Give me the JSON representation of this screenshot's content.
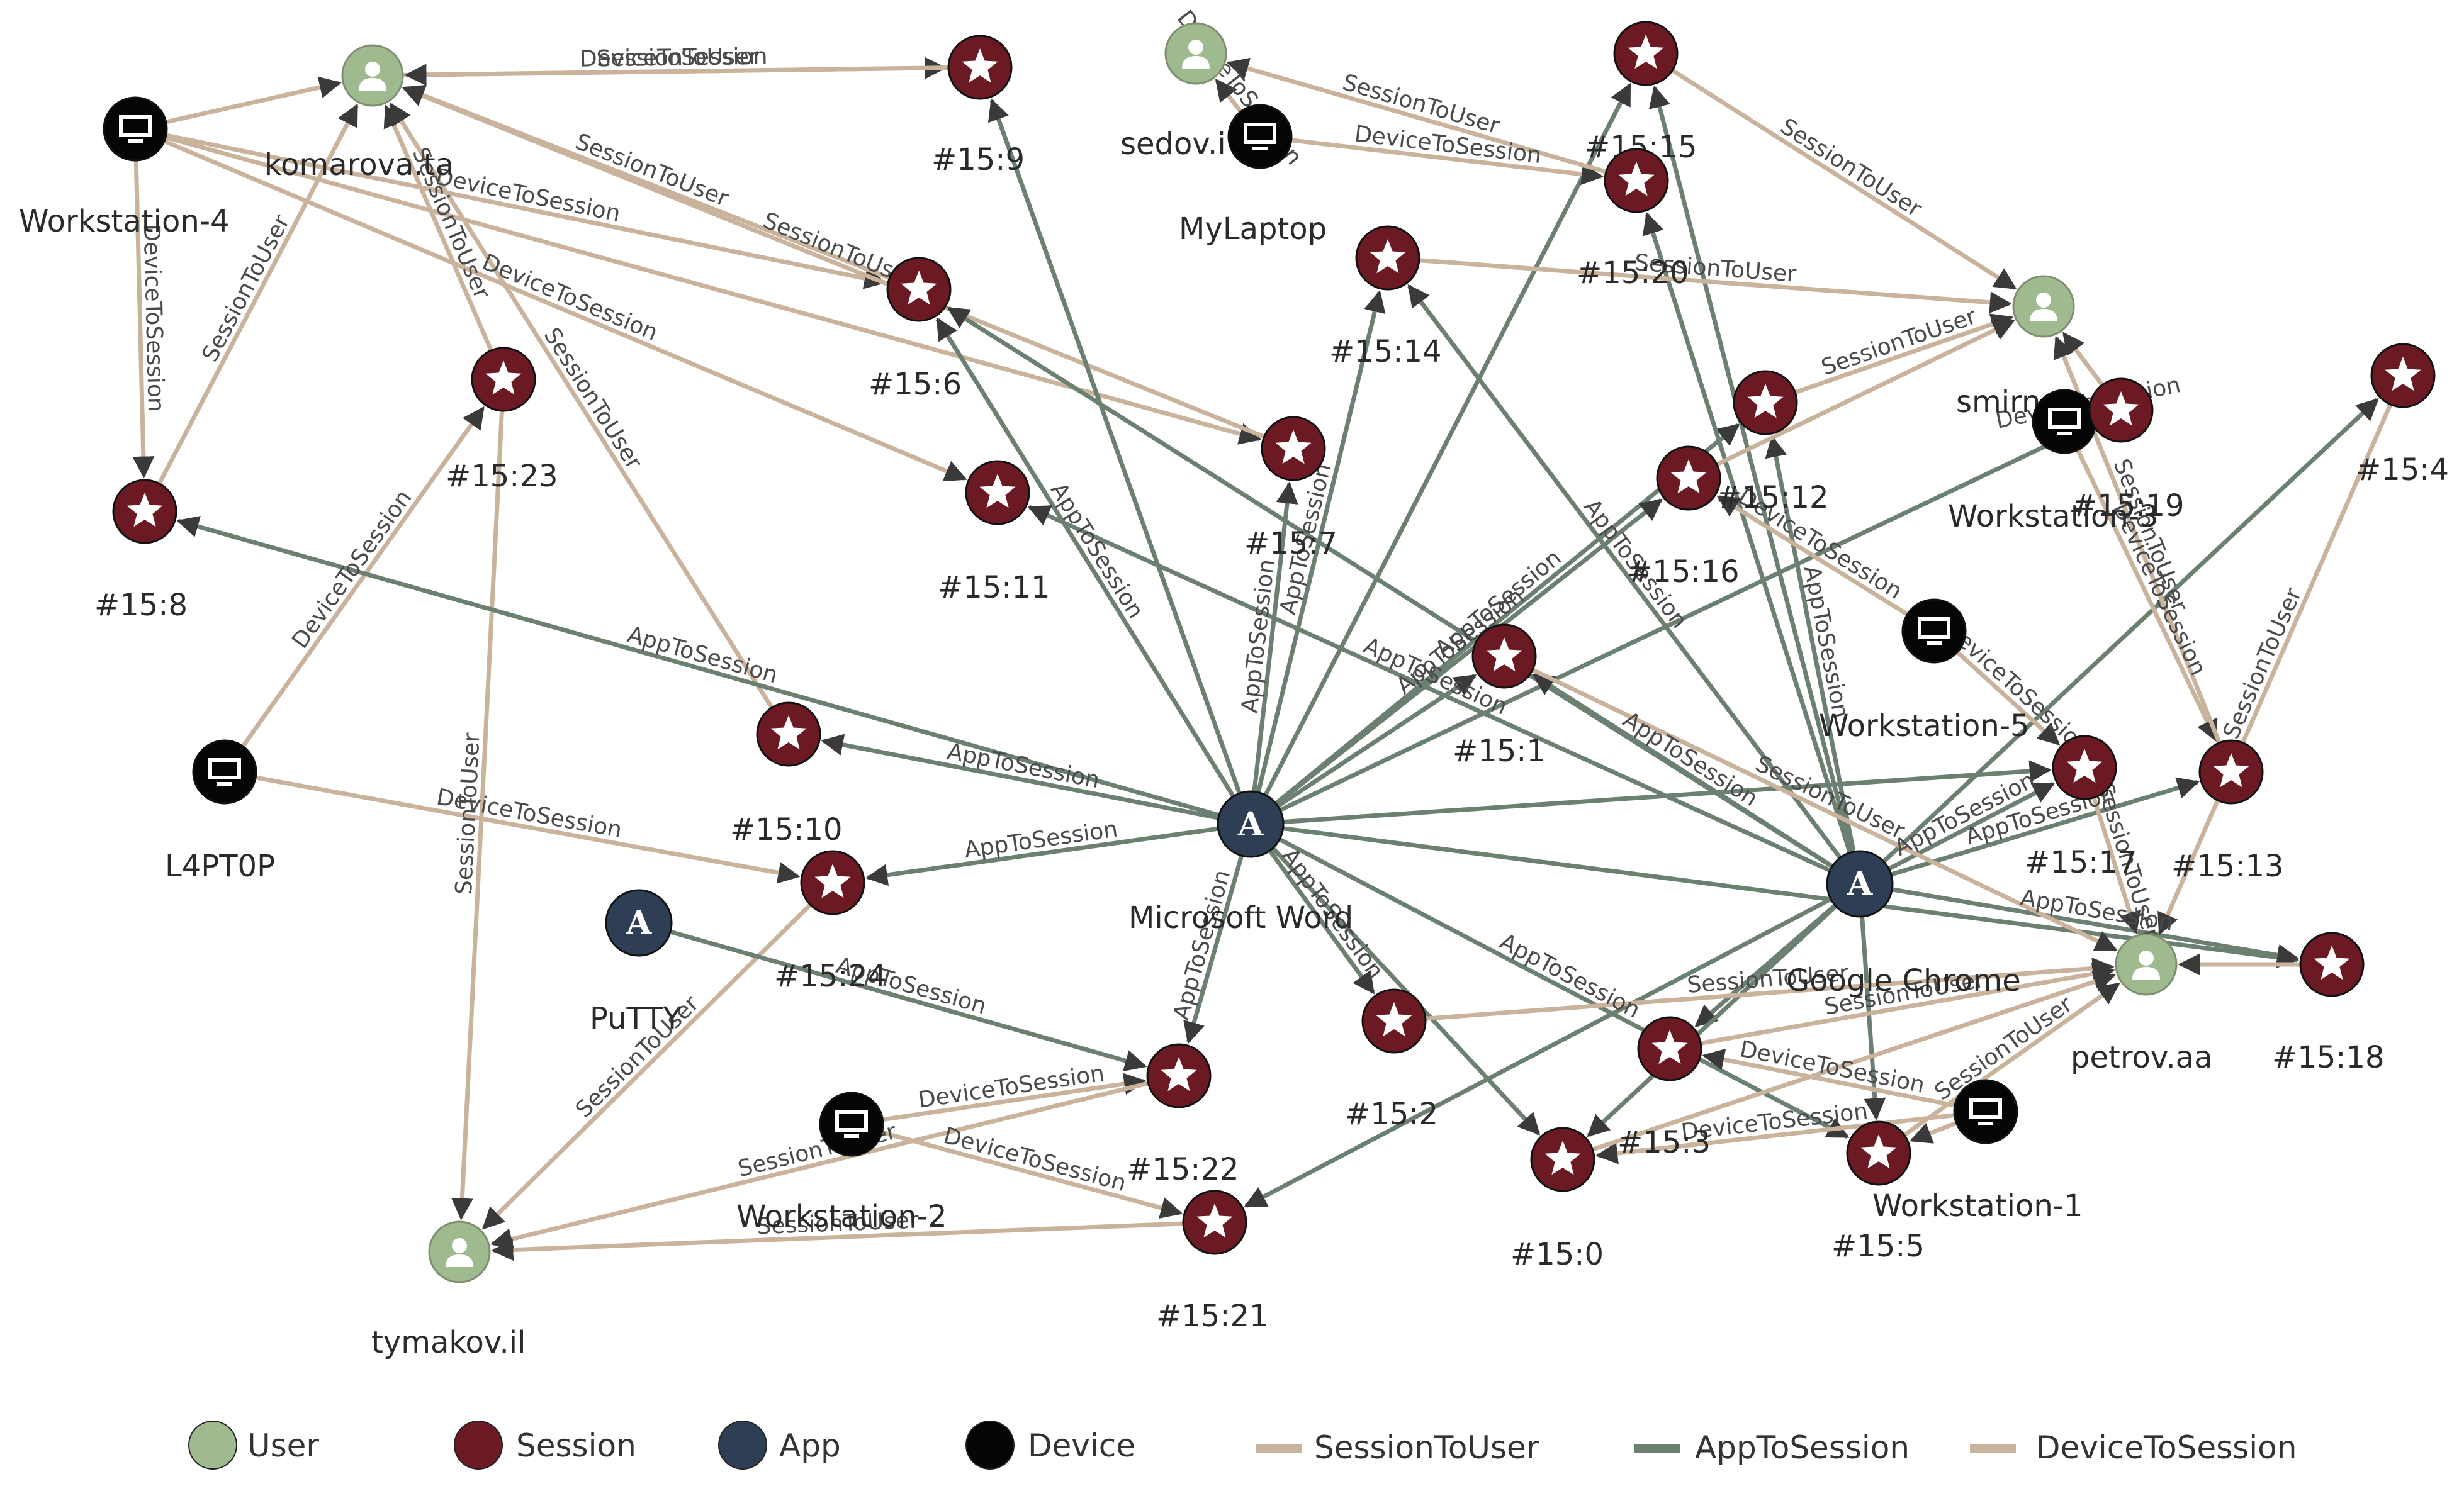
{
  "colors": {
    "user": "#9fba8e",
    "session": "#6b1a24",
    "app": "#2e3e55",
    "device": "#050505",
    "session_to_user": "#c9b39d",
    "app_to_session": "#6b8070",
    "device_to_session": "#c9b39d"
  },
  "legend": {
    "user": "User",
    "session": "Session",
    "app": "App",
    "device": "Device",
    "session_to_user": "SessionToUser",
    "app_to_session": "AppToSession",
    "device_to_session": "DeviceToSession"
  },
  "nodes": [
    {
      "id": "komarova",
      "type": "user",
      "label": "komarova.ta"
    },
    {
      "id": "sedov",
      "type": "user",
      "label": "sedov.i"
    },
    {
      "id": "smirnov",
      "type": "user",
      "label": "smirn"
    },
    {
      "id": "petrov",
      "type": "user",
      "label": "petrov.aa"
    },
    {
      "id": "tymakov",
      "type": "user",
      "label": "tymakov.il"
    },
    {
      "id": "ws4",
      "type": "device",
      "label": "Workstation-4"
    },
    {
      "id": "laptop",
      "type": "device",
      "label": "MyLaptop"
    },
    {
      "id": "l4pt0p",
      "type": "device",
      "label": "L4PT0P"
    },
    {
      "id": "ws2",
      "type": "device",
      "label": "Workstation-2"
    },
    {
      "id": "ws3",
      "type": "device",
      "label": "Workstation-3"
    },
    {
      "id": "ws5",
      "type": "device",
      "label": "Workstation-5"
    },
    {
      "id": "ws1",
      "type": "device",
      "label": "Workstation-1"
    },
    {
      "id": "word",
      "type": "app",
      "label": "Microsoft Word"
    },
    {
      "id": "chrome",
      "type": "app",
      "label": "Google Chrome"
    },
    {
      "id": "putty",
      "type": "app",
      "label": "PuTTY"
    },
    {
      "id": "s0",
      "type": "session",
      "label": "#15:0"
    },
    {
      "id": "s1",
      "type": "session",
      "label": "#15:1"
    },
    {
      "id": "s2",
      "type": "session",
      "label": "#15:2"
    },
    {
      "id": "s3",
      "type": "session",
      "label": "#15:3"
    },
    {
      "id": "s4",
      "type": "session",
      "label": "#15:4"
    },
    {
      "id": "s5",
      "type": "session",
      "label": "#15:5"
    },
    {
      "id": "s6",
      "type": "session",
      "label": "#15:6"
    },
    {
      "id": "s7",
      "type": "session",
      "label": "#15:7"
    },
    {
      "id": "s8",
      "type": "session",
      "label": "#15:8"
    },
    {
      "id": "s9",
      "type": "session",
      "label": "#15:9"
    },
    {
      "id": "s10",
      "type": "session",
      "label": "#15:10"
    },
    {
      "id": "s11",
      "type": "session",
      "label": "#15:11"
    },
    {
      "id": "s12",
      "type": "session",
      "label": "#15:12"
    },
    {
      "id": "s13",
      "type": "session",
      "label": "#15:13"
    },
    {
      "id": "s14",
      "type": "session",
      "label": "#15:14"
    },
    {
      "id": "s15",
      "type": "session",
      "label": "#15:15"
    },
    {
      "id": "s16",
      "type": "session",
      "label": "#15:16"
    },
    {
      "id": "s17",
      "type": "session",
      "label": "#15:17"
    },
    {
      "id": "s18",
      "type": "session",
      "label": "#15:18"
    },
    {
      "id": "s19",
      "type": "session",
      "label": "#15:19"
    },
    {
      "id": "s20",
      "type": "session",
      "label": "#15:20"
    },
    {
      "id": "s21",
      "type": "session",
      "label": "#15:21"
    },
    {
      "id": "s22",
      "type": "session",
      "label": "#15:22"
    },
    {
      "id": "s23",
      "type": "session",
      "label": "#15:23"
    },
    {
      "id": "s24",
      "type": "session",
      "label": "#15:24"
    }
  ],
  "edges": [
    {
      "from": "ws4",
      "to": "komarova",
      "type": "device_to_session",
      "label": ""
    },
    {
      "from": "komarova",
      "to": "s9",
      "type": "device_to_session",
      "label": "DeviceToSession"
    },
    {
      "from": "s9",
      "to": "komarova",
      "type": "session_to_user",
      "label": "SessionToUser"
    },
    {
      "from": "ws4",
      "to": "s8",
      "type": "device_to_session",
      "label": "DeviceToSession"
    },
    {
      "from": "s8",
      "to": "komarova",
      "type": "session_to_user",
      "label": "SessionToUser"
    },
    {
      "from": "ws4",
      "to": "s6",
      "type": "device_to_session",
      "label": "DeviceToSession"
    },
    {
      "from": "ws4",
      "to": "s11",
      "type": "device_to_session",
      "label": "DeviceToSession"
    },
    {
      "from": "ws4",
      "to": "s7",
      "type": "device_to_session",
      "label": ""
    },
    {
      "from": "s6",
      "to": "komarova",
      "type": "session_to_user",
      "label": "SessionToUser"
    },
    {
      "from": "s23",
      "to": "komarova",
      "type": "session_to_user",
      "label": "SessionToUser"
    },
    {
      "from": "s10",
      "to": "komarova",
      "type": "session_to_user",
      "label": "SessionToUser"
    },
    {
      "from": "s7",
      "to": "komarova",
      "type": "session_to_user",
      "label": "SessionToUser"
    },
    {
      "from": "l4pt0p",
      "to": "s23",
      "type": "device_to_session",
      "label": "DeviceToSession"
    },
    {
      "from": "l4pt0p",
      "to": "s24",
      "type": "device_to_session",
      "label": "DeviceToSession"
    },
    {
      "from": "s23",
      "to": "tymakov",
      "type": "session_to_user",
      "label": "SessionToUser"
    },
    {
      "from": "s24",
      "to": "tymakov",
      "type": "session_to_user",
      "label": "SessionToUser"
    },
    {
      "from": "ws2",
      "to": "s22",
      "type": "device_to_session",
      "label": "DeviceToSession"
    },
    {
      "from": "ws2",
      "to": "s21",
      "type": "device_to_session",
      "label": "DeviceToSession"
    },
    {
      "from": "s22",
      "to": "tymakov",
      "type": "session_to_user",
      "label": "SessionToUser"
    },
    {
      "from": "s21",
      "to": "tymakov",
      "type": "session_to_user",
      "label": "SessionToUser"
    },
    {
      "from": "putty",
      "to": "s22",
      "type": "app_to_session",
      "label": "AppToSession"
    },
    {
      "from": "word",
      "to": "s8",
      "type": "app_to_session",
      "label": "AppToSession"
    },
    {
      "from": "word",
      "to": "s10",
      "type": "app_to_session",
      "label": "AppToSession"
    },
    {
      "from": "word",
      "to": "s24",
      "type": "app_to_session",
      "label": "AppToSession"
    },
    {
      "from": "word",
      "to": "s9",
      "type": "app_to_session",
      "label": ""
    },
    {
      "from": "word",
      "to": "s6",
      "type": "app_to_session",
      "label": "AppToSession"
    },
    {
      "from": "word",
      "to": "s7",
      "type": "app_to_session",
      "label": "AppToSession"
    },
    {
      "from": "word",
      "to": "s14",
      "type": "app_to_session",
      "label": "AppToSession"
    },
    {
      "from": "word",
      "to": "s15",
      "type": "app_to_session",
      "label": ""
    },
    {
      "from": "word",
      "to": "s12",
      "type": "app_to_session",
      "label": "AppToSession"
    },
    {
      "from": "word",
      "to": "s16",
      "type": "app_to_session",
      "label": "AppToSession"
    },
    {
      "from": "word",
      "to": "s1",
      "type": "app_to_session",
      "label": ""
    },
    {
      "from": "word",
      "to": "s2",
      "type": "app_to_session",
      "label": "AppToSession"
    },
    {
      "from": "word",
      "to": "s22",
      "type": "app_to_session",
      "label": "AppToSession"
    },
    {
      "from": "word",
      "to": "s0",
      "type": "app_to_session",
      "label": ""
    },
    {
      "from": "word",
      "to": "s5",
      "type": "app_to_session",
      "label": "AppToSession"
    },
    {
      "from": "word",
      "to": "s17",
      "type": "app_to_session",
      "label": ""
    },
    {
      "from": "word",
      "to": "s18",
      "type": "app_to_session",
      "label": ""
    },
    {
      "from": "word",
      "to": "s19",
      "type": "app_to_session",
      "label": ""
    },
    {
      "from": "chrome",
      "to": "s11",
      "type": "app_to_session",
      "label": "AppToSession"
    },
    {
      "from": "chrome",
      "to": "s6",
      "type": "app_to_session",
      "label": ""
    },
    {
      "from": "chrome",
      "to": "s14",
      "type": "app_to_session",
      "label": "AppToSession"
    },
    {
      "from": "chrome",
      "to": "s15",
      "type": "app_to_session",
      "label": ""
    },
    {
      "from": "chrome",
      "to": "s20",
      "type": "app_to_session",
      "label": ""
    },
    {
      "from": "chrome",
      "to": "s12",
      "type": "app_to_session",
      "label": "AppToSession"
    },
    {
      "from": "chrome",
      "to": "s4",
      "type": "app_to_session",
      "label": ""
    },
    {
      "from": "chrome",
      "to": "s17",
      "type": "app_to_session",
      "label": "AppToSession"
    },
    {
      "from": "chrome",
      "to": "s13",
      "type": "app_to_session",
      "label": "AppToSession"
    },
    {
      "from": "chrome",
      "to": "s18",
      "type": "app_to_session",
      "label": "AppToSession"
    },
    {
      "from": "chrome",
      "to": "s3",
      "type": "app_to_session",
      "label": ""
    },
    {
      "from": "chrome",
      "to": "s0",
      "type": "app_to_session",
      "label": ""
    },
    {
      "from": "chrome",
      "to": "s21",
      "type": "app_to_session",
      "label": ""
    },
    {
      "from": "chrome",
      "to": "s1",
      "type": "app_to_session",
      "label": "AppToSession"
    },
    {
      "from": "chrome",
      "to": "s5",
      "type": "app_to_session",
      "label": ""
    },
    {
      "from": "laptop",
      "to": "sedov",
      "type": "device_to_session",
      "label": "DeviceToSession"
    },
    {
      "from": "laptop",
      "to": "s20",
      "type": "device_to_session",
      "label": "DeviceToSession"
    },
    {
      "from": "s20",
      "to": "sedov",
      "type": "session_to_user",
      "label": "SessionToUser"
    },
    {
      "from": "s15",
      "to": "smirnov",
      "type": "session_to_user",
      "label": "SessionToUser"
    },
    {
      "from": "s14",
      "to": "smirnov",
      "type": "session_to_user",
      "label": "SessionToUser"
    },
    {
      "from": "s12",
      "to": "smirnov",
      "type": "session_to_user",
      "label": "SessionToUser"
    },
    {
      "from": "ws3",
      "to": "s19",
      "type": "device_to_session",
      "label": "DeviceToSession"
    },
    {
      "from": "ws3",
      "to": "s13",
      "type": "device_to_session",
      "label": "DeviceToSession"
    },
    {
      "from": "s19",
      "to": "smirnov",
      "type": "session_to_user",
      "label": ""
    },
    {
      "from": "s4",
      "to": "petrov",
      "type": "session_to_user",
      "label": "SessionToUser"
    },
    {
      "from": "s13",
      "to": "smirnov",
      "type": "session_to_user",
      "label": "SessionToUser"
    },
    {
      "from": "ws5",
      "to": "s16",
      "type": "device_to_session",
      "label": "DeviceToSession"
    },
    {
      "from": "ws5",
      "to": "s17",
      "type": "device_to_session",
      "label": "DeviceToSession"
    },
    {
      "from": "s17",
      "to": "petrov",
      "type": "session_to_user",
      "label": "SessionToUser"
    },
    {
      "from": "s18",
      "to": "petrov",
      "type": "session_to_user",
      "label": ""
    },
    {
      "from": "s2",
      "to": "petrov",
      "type": "session_to_user",
      "label": "SessionToUser"
    },
    {
      "from": "s3",
      "to": "petrov",
      "type": "session_to_user",
      "label": "SessionToUser"
    },
    {
      "from": "ws1",
      "to": "s0",
      "type": "device_to_session",
      "label": "DeviceToSession"
    },
    {
      "from": "ws1",
      "to": "s3",
      "type": "device_to_session",
      "label": "DeviceToSession"
    },
    {
      "from": "ws1",
      "to": "s5",
      "type": "device_to_session",
      "label": ""
    },
    {
      "from": "s5",
      "to": "petrov",
      "type": "session_to_user",
      "label": "SessionToUser"
    },
    {
      "from": "s0",
      "to": "petrov",
      "type": "session_to_user",
      "label": ""
    },
    {
      "from": "s1",
      "to": "petrov",
      "type": "session_to_user",
      "label": "SessionToUser"
    },
    {
      "from": "s16",
      "to": "smirnov",
      "type": "session_to_user",
      "label": ""
    }
  ]
}
